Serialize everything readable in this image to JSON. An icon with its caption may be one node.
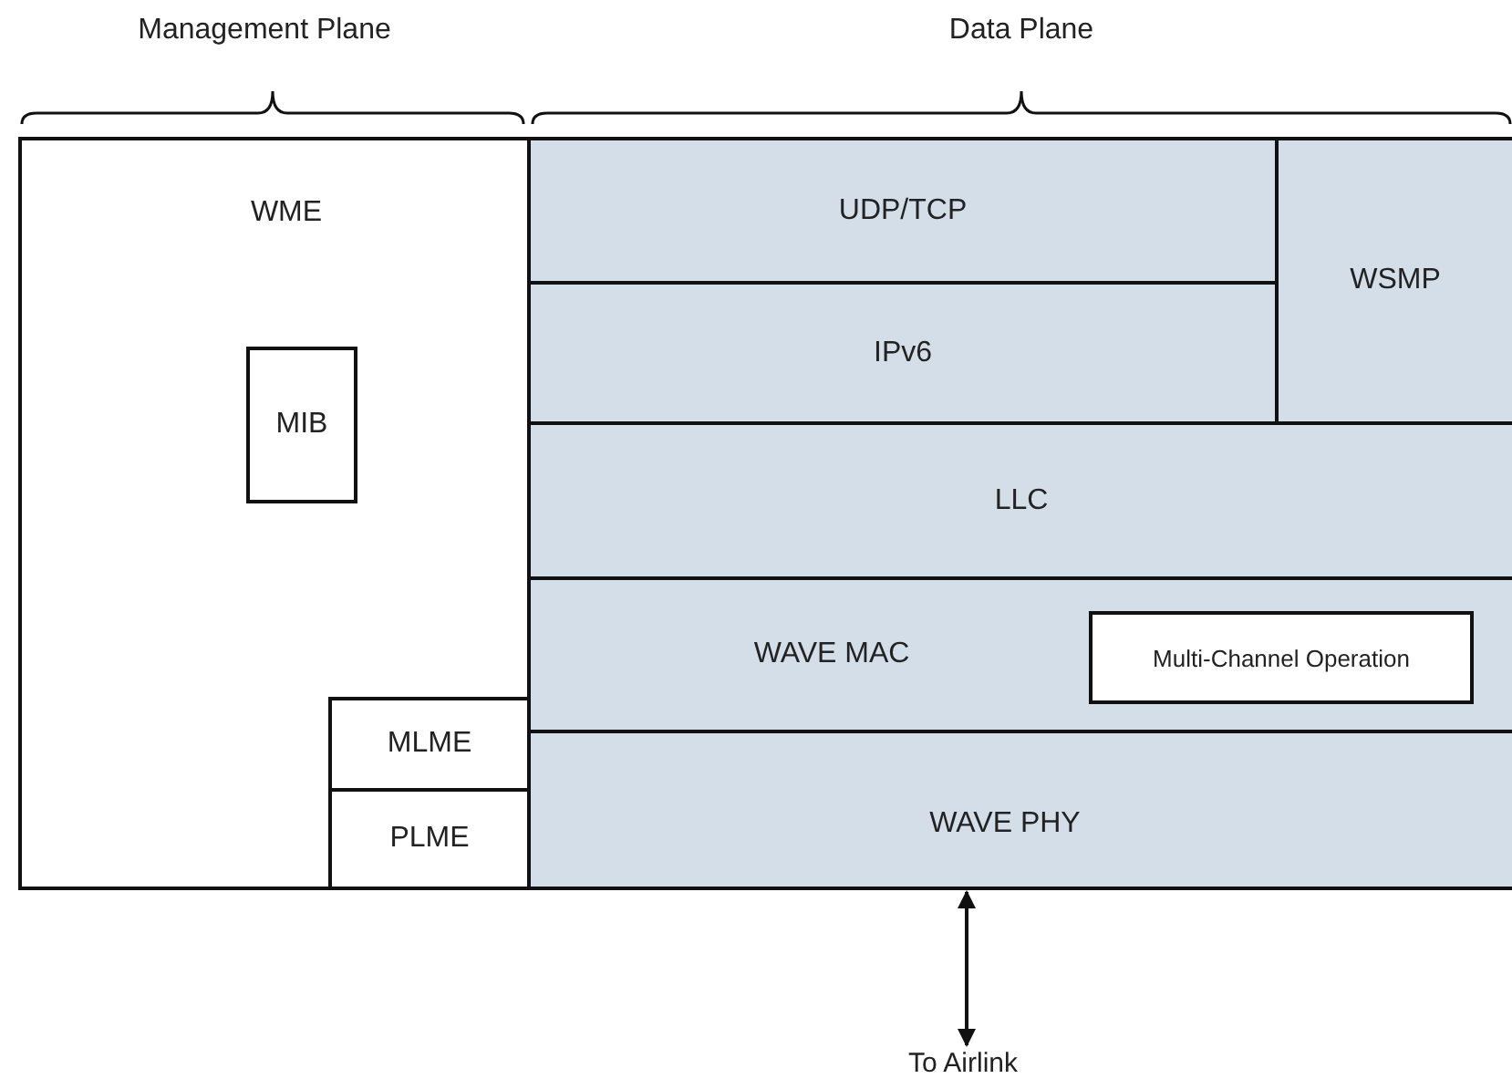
{
  "diagram": {
    "nodes": [
      {
        "text": [
          "WME"
        ]
      },
      {
        "text": [
          "MIB"
        ],
        "in": 0
      },
      {
        "text": [
          "MLME"
        ],
        "in": 0
      },
      {
        "text": [
          "PLME"
        ],
        "in": 0
      },
      {
        "text": [
          "UDP/TCP"
        ]
      },
      {
        "text": [
          "IPv6"
        ]
      },
      {
        "text": [
          "WSMP"
        ]
      },
      {
        "text": [
          "LLC"
        ]
      },
      {
        "text": [
          "WAVE MAC"
        ]
      },
      {
        "text": [
          "Multi-Channel Operation"
        ],
        "in": 8
      },
      {
        "text": [
          "WAVE PHY"
        ]
      },
      {
        "text": [
          "To Airlink"
        ]
      }
    ],
    "edges": [
      {
        "from": 10,
        "to": 11,
        "arrow": "both"
      }
    ],
    "labels": [
      "Management Plane",
      "Data Plane"
    ]
  }
}
